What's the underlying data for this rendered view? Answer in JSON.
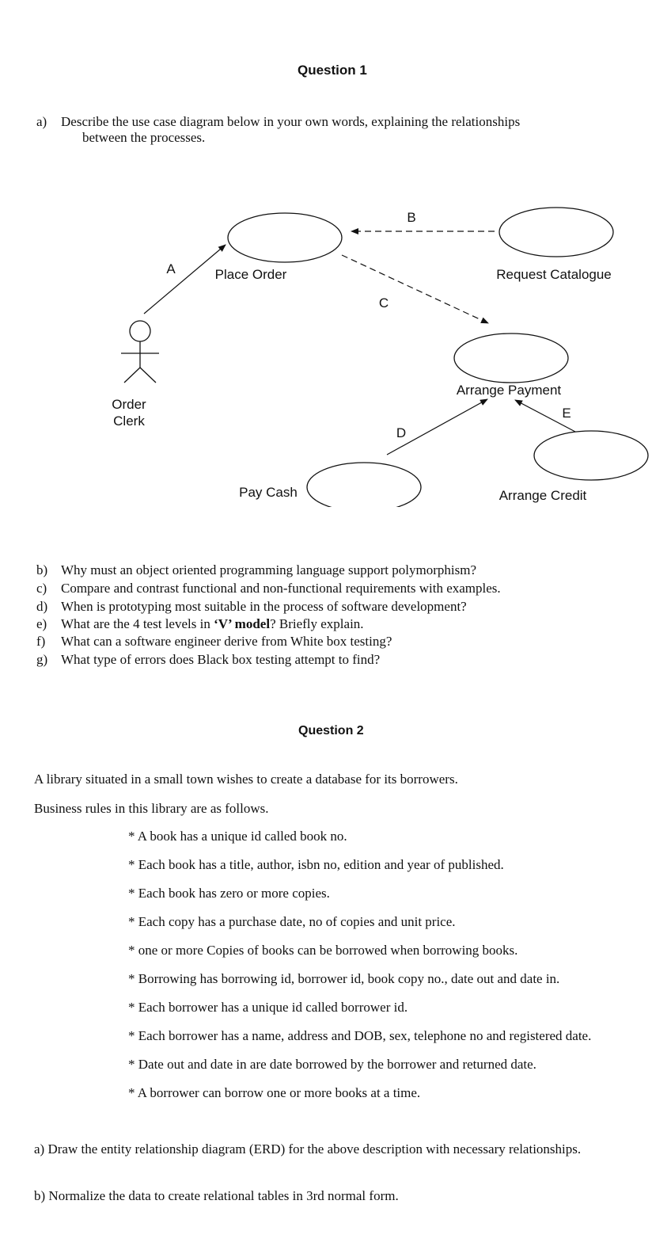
{
  "q1": {
    "title": "Question 1",
    "a_marker": "a)",
    "a_line1": "Describe the use case diagram below in your own words, explaining the relationships",
    "a_line2": "between the processes.",
    "diagram": {
      "actor": "Order Clerk",
      "actor_line1": "Order",
      "actor_line2": "Clerk",
      "use_cases": [
        "Place Order",
        "Request Catalogue",
        "Arrange Payment",
        "Pay Cash",
        "Arrange Credit"
      ],
      "edge_labels": [
        "A",
        "B",
        "C",
        "D",
        "E"
      ]
    },
    "questions": [
      {
        "marker": "b)",
        "text": "Why must an object oriented programming language support polymorphism?"
      },
      {
        "marker": "c)",
        "text": "Compare and contrast functional and non-functional requirements with examples."
      },
      {
        "marker": "d)",
        "text": "When is prototyping most suitable in the process of software development?"
      },
      {
        "marker": "e)",
        "text_pre": "What are the 4 test levels in ",
        "text_bold": "‘V’ model",
        "text_post": "? Briefly explain."
      },
      {
        "marker": "f)",
        "text": "What can a software engineer derive from White box testing?"
      },
      {
        "marker": "g)",
        "text": "What type of errors does Black box testing attempt to find?"
      }
    ]
  },
  "q2": {
    "title": "Question 2",
    "intro": "A library situated in a small town wishes to create a database for its borrowers.",
    "rules_intro": "Business rules in this library are as follows.",
    "rules": [
      "* A book has a unique id called book no.",
      "* Each book has a title, author, isbn no, edition and year of published.",
      "* Each book has zero or more copies.",
      "* Each copy has a purchase date, no of copies and unit price.",
      "* one or more Copies of books can be borrowed when borrowing books.",
      "* Borrowing has borrowing id, borrower id, book copy no., date out and date in.",
      "* Each borrower has a unique id called borrower id.",
      "* Each borrower has a name, address and DOB, sex, telephone no and registered date.",
      "* Date out and date in are date borrowed by the borrower and returned date.",
      "* A borrower can borrow one or more books at a time."
    ],
    "task_a": "a) Draw the entity relationship diagram (ERD) for the above description with necessary relationships.",
    "task_b": "b) Normalize the data to create relational tables in 3rd normal form."
  }
}
